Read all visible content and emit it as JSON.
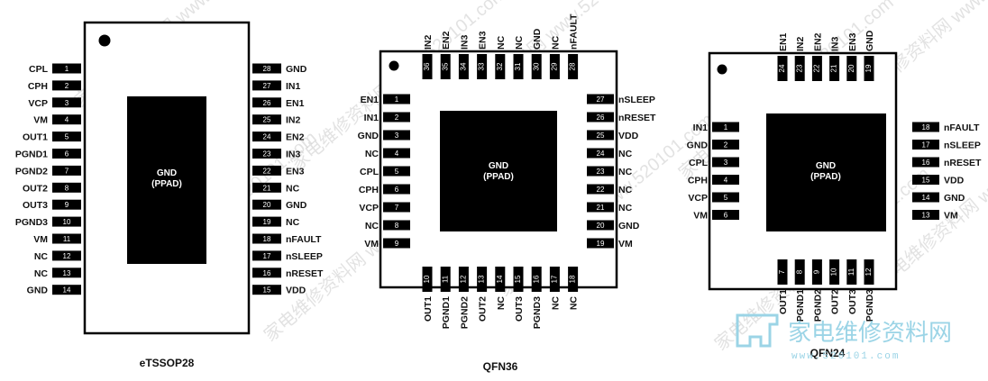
{
  "watermark": "家电维修资料网 www.520101.com",
  "logo": {
    "text": "家电维修资料网",
    "url": "www.520101.com"
  },
  "thermal_pad": {
    "line1": "GND",
    "line2": "(PPAD)"
  },
  "packages": {
    "etssop28": {
      "caption": "eTSSOP28",
      "left": [
        {
          "num": "1",
          "label": "CPL"
        },
        {
          "num": "2",
          "label": "CPH"
        },
        {
          "num": "3",
          "label": "VCP"
        },
        {
          "num": "4",
          "label": "VM"
        },
        {
          "num": "5",
          "label": "OUT1"
        },
        {
          "num": "6",
          "label": "PGND1"
        },
        {
          "num": "7",
          "label": "PGND2"
        },
        {
          "num": "8",
          "label": "OUT2"
        },
        {
          "num": "9",
          "label": "OUT3"
        },
        {
          "num": "10",
          "label": "PGND3"
        },
        {
          "num": "11",
          "label": "VM"
        },
        {
          "num": "12",
          "label": "NC"
        },
        {
          "num": "13",
          "label": "NC"
        },
        {
          "num": "14",
          "label": "GND"
        }
      ],
      "right": [
        {
          "num": "28",
          "label": "GND"
        },
        {
          "num": "27",
          "label": "IN1"
        },
        {
          "num": "26",
          "label": "EN1"
        },
        {
          "num": "25",
          "label": "IN2"
        },
        {
          "num": "24",
          "label": "EN2"
        },
        {
          "num": "23",
          "label": "IN3"
        },
        {
          "num": "22",
          "label": "EN3"
        },
        {
          "num": "21",
          "label": "NC"
        },
        {
          "num": "20",
          "label": "GND"
        },
        {
          "num": "19",
          "label": "NC"
        },
        {
          "num": "18",
          "label": "nFAULT"
        },
        {
          "num": "17",
          "label": "nSLEEP"
        },
        {
          "num": "16",
          "label": "nRESET"
        },
        {
          "num": "15",
          "label": "VDD"
        }
      ]
    },
    "qfn36": {
      "caption": "QFN36",
      "top": [
        {
          "num": "36",
          "label": "IN2"
        },
        {
          "num": "35",
          "label": "EN2"
        },
        {
          "num": "34",
          "label": "IN3"
        },
        {
          "num": "33",
          "label": "EN3"
        },
        {
          "num": "32",
          "label": "NC"
        },
        {
          "num": "31",
          "label": "NC"
        },
        {
          "num": "30",
          "label": "GND"
        },
        {
          "num": "29",
          "label": "NC"
        },
        {
          "num": "28",
          "label": "nFAULT"
        }
      ],
      "left": [
        {
          "num": "1",
          "label": "EN1"
        },
        {
          "num": "2",
          "label": "IN1"
        },
        {
          "num": "3",
          "label": "GND"
        },
        {
          "num": "4",
          "label": "NC"
        },
        {
          "num": "5",
          "label": "CPL"
        },
        {
          "num": "6",
          "label": "CPH"
        },
        {
          "num": "7",
          "label": "VCP"
        },
        {
          "num": "8",
          "label": "NC"
        },
        {
          "num": "9",
          "label": "VM"
        }
      ],
      "right": [
        {
          "num": "27",
          "label": "nSLEEP"
        },
        {
          "num": "26",
          "label": "nRESET"
        },
        {
          "num": "25",
          "label": "VDD"
        },
        {
          "num": "24",
          "label": "NC"
        },
        {
          "num": "23",
          "label": "NC"
        },
        {
          "num": "22",
          "label": "NC"
        },
        {
          "num": "21",
          "label": "NC"
        },
        {
          "num": "20",
          "label": "GND"
        },
        {
          "num": "19",
          "label": "VM"
        }
      ],
      "bottom": [
        {
          "num": "10",
          "label": "OUT1"
        },
        {
          "num": "11",
          "label": "PGND1"
        },
        {
          "num": "12",
          "label": "PGND2"
        },
        {
          "num": "13",
          "label": "OUT2"
        },
        {
          "num": "14",
          "label": "NC"
        },
        {
          "num": "15",
          "label": "OUT3"
        },
        {
          "num": "16",
          "label": "PGND3"
        },
        {
          "num": "17",
          "label": "NC"
        },
        {
          "num": "18",
          "label": "NC"
        }
      ]
    },
    "qfn24": {
      "caption": "QFN24",
      "top": [
        {
          "num": "24",
          "label": "EN1"
        },
        {
          "num": "23",
          "label": "IN2"
        },
        {
          "num": "22",
          "label": "EN2"
        },
        {
          "num": "21",
          "label": "IN3"
        },
        {
          "num": "20",
          "label": "EN3"
        },
        {
          "num": "19",
          "label": "GND"
        }
      ],
      "left": [
        {
          "num": "1",
          "label": "IN1"
        },
        {
          "num": "2",
          "label": "GND"
        },
        {
          "num": "3",
          "label": "CPL"
        },
        {
          "num": "4",
          "label": "CPH"
        },
        {
          "num": "5",
          "label": "VCP"
        },
        {
          "num": "6",
          "label": "VM"
        }
      ],
      "right": [
        {
          "num": "18",
          "label": "nFAULT"
        },
        {
          "num": "17",
          "label": "nSLEEP"
        },
        {
          "num": "16",
          "label": "nRESET"
        },
        {
          "num": "15",
          "label": "VDD"
        },
        {
          "num": "14",
          "label": "GND"
        },
        {
          "num": "13",
          "label": "VM"
        }
      ],
      "bottom": [
        {
          "num": "7",
          "label": "OUT1"
        },
        {
          "num": "8",
          "label": "PGND1"
        },
        {
          "num": "9",
          "label": "PGND2"
        },
        {
          "num": "10",
          "label": "OUT2"
        },
        {
          "num": "11",
          "label": "OUT3"
        },
        {
          "num": "12",
          "label": "PGND3"
        }
      ]
    }
  }
}
